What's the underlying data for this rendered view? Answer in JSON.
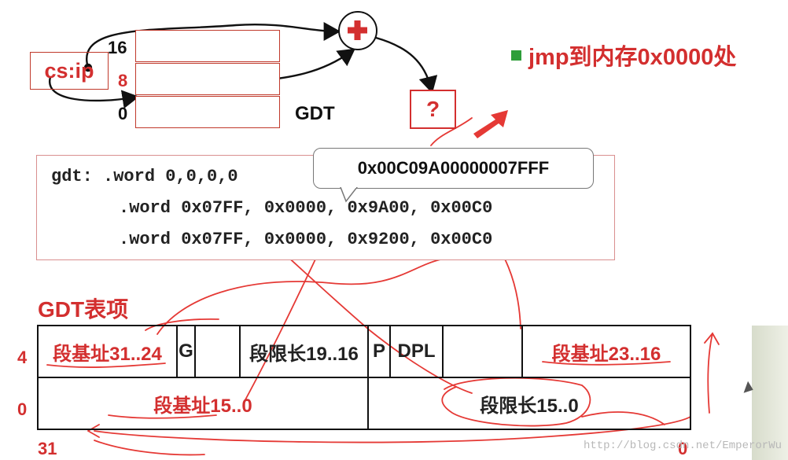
{
  "gdt_stack": {
    "offsets": [
      "16",
      "8",
      "0"
    ],
    "label": "GDT"
  },
  "cs_ip": "cs:ip",
  "question": "?",
  "bullet_text": "jmp到内存0x0000处",
  "bubble_text": "0x00C09A00000007FFF",
  "code": {
    "line1": "gdt: .word 0,0,0,0",
    "line2": ".word 0x07FF, 0x0000, 0x9A00, 0x00C0",
    "line3": ".word 0x07FF, 0x0000, 0x9200, 0x00C0"
  },
  "descriptor": {
    "title": "GDT表项",
    "row_numbers": [
      "4",
      "0"
    ],
    "row4": {
      "base_high": "段基址31..24",
      "g": "G",
      "limit_high": "段限长19..16",
      "p": "P",
      "dpl": "DPL",
      "base_mid": "段基址23..16"
    },
    "row0": {
      "base_low": "段基址15..0",
      "limit_low": "段限长15..0"
    },
    "bit_left": "31",
    "bit_right": "0"
  },
  "watermark": "http://blog.csdn.net/EmperorWu",
  "colors": {
    "accent": "#d32f2f",
    "bullet": "#2e9e3a"
  }
}
